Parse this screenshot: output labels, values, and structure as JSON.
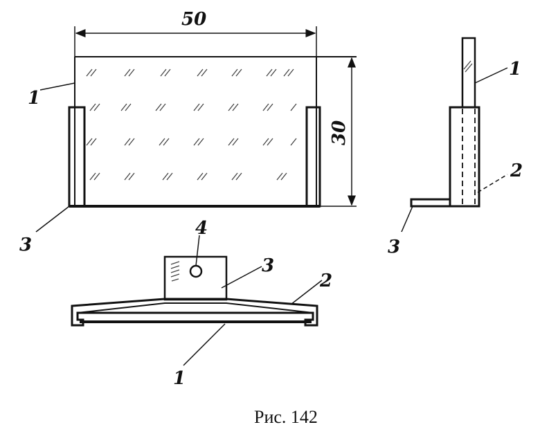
{
  "figure": {
    "caption": "Рис. 142",
    "dimensions": {
      "width": "50",
      "height": "30"
    },
    "front_view_labels": {
      "glass": "1",
      "post": "3"
    },
    "side_view_labels": {
      "glass": "1",
      "holder": "2",
      "foot": "3"
    },
    "top_view_labels": {
      "hole": "4",
      "post": "3",
      "holder": "2",
      "glass": "1"
    }
  }
}
